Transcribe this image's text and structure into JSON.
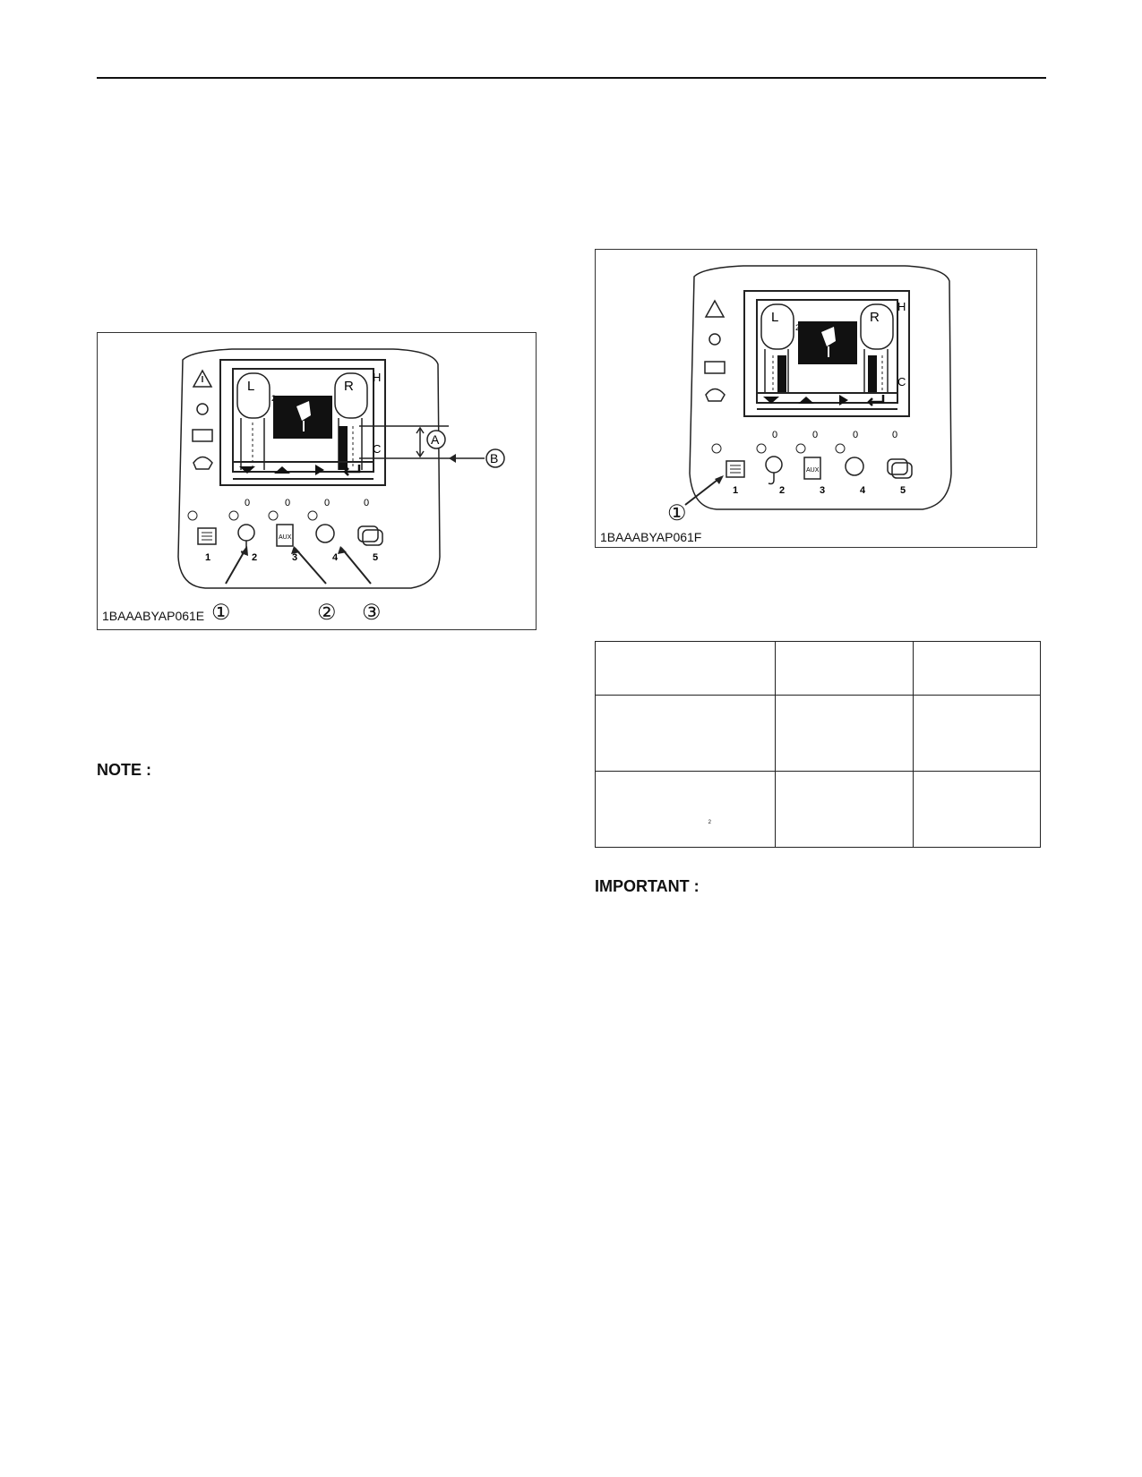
{
  "figures": {
    "left": {
      "code": "1BAAABYAP061E",
      "screen": {
        "left_side": "L",
        "right_side": "R",
        "digit": "2",
        "high_mark": "H",
        "low_mark": "C"
      },
      "buttons": [
        "1",
        "2",
        "3",
        "4",
        "5"
      ],
      "button_counters": [
        "0",
        "0",
        "0",
        "0"
      ],
      "aux_label": "AUX",
      "callouts": [
        "①",
        "②",
        "③"
      ],
      "markers": [
        "A",
        "B"
      ]
    },
    "right": {
      "code": "1BAAABYAP061F",
      "screen": {
        "left_side": "L",
        "right_side": "R",
        "digit": "2",
        "high_mark": "H",
        "low_mark": "C"
      },
      "buttons": [
        "1",
        "2",
        "3",
        "4",
        "5"
      ],
      "button_counters": [
        "0",
        "0",
        "0",
        "0"
      ],
      "aux_label": "AUX",
      "callouts": [
        "①"
      ]
    }
  },
  "labels": {
    "note": "NOTE :",
    "important": "IMPORTANT :"
  },
  "table": {
    "rows": [
      [
        "",
        "",
        ""
      ],
      [
        "",
        "",
        ""
      ],
      [
        "2",
        "",
        ""
      ]
    ]
  }
}
